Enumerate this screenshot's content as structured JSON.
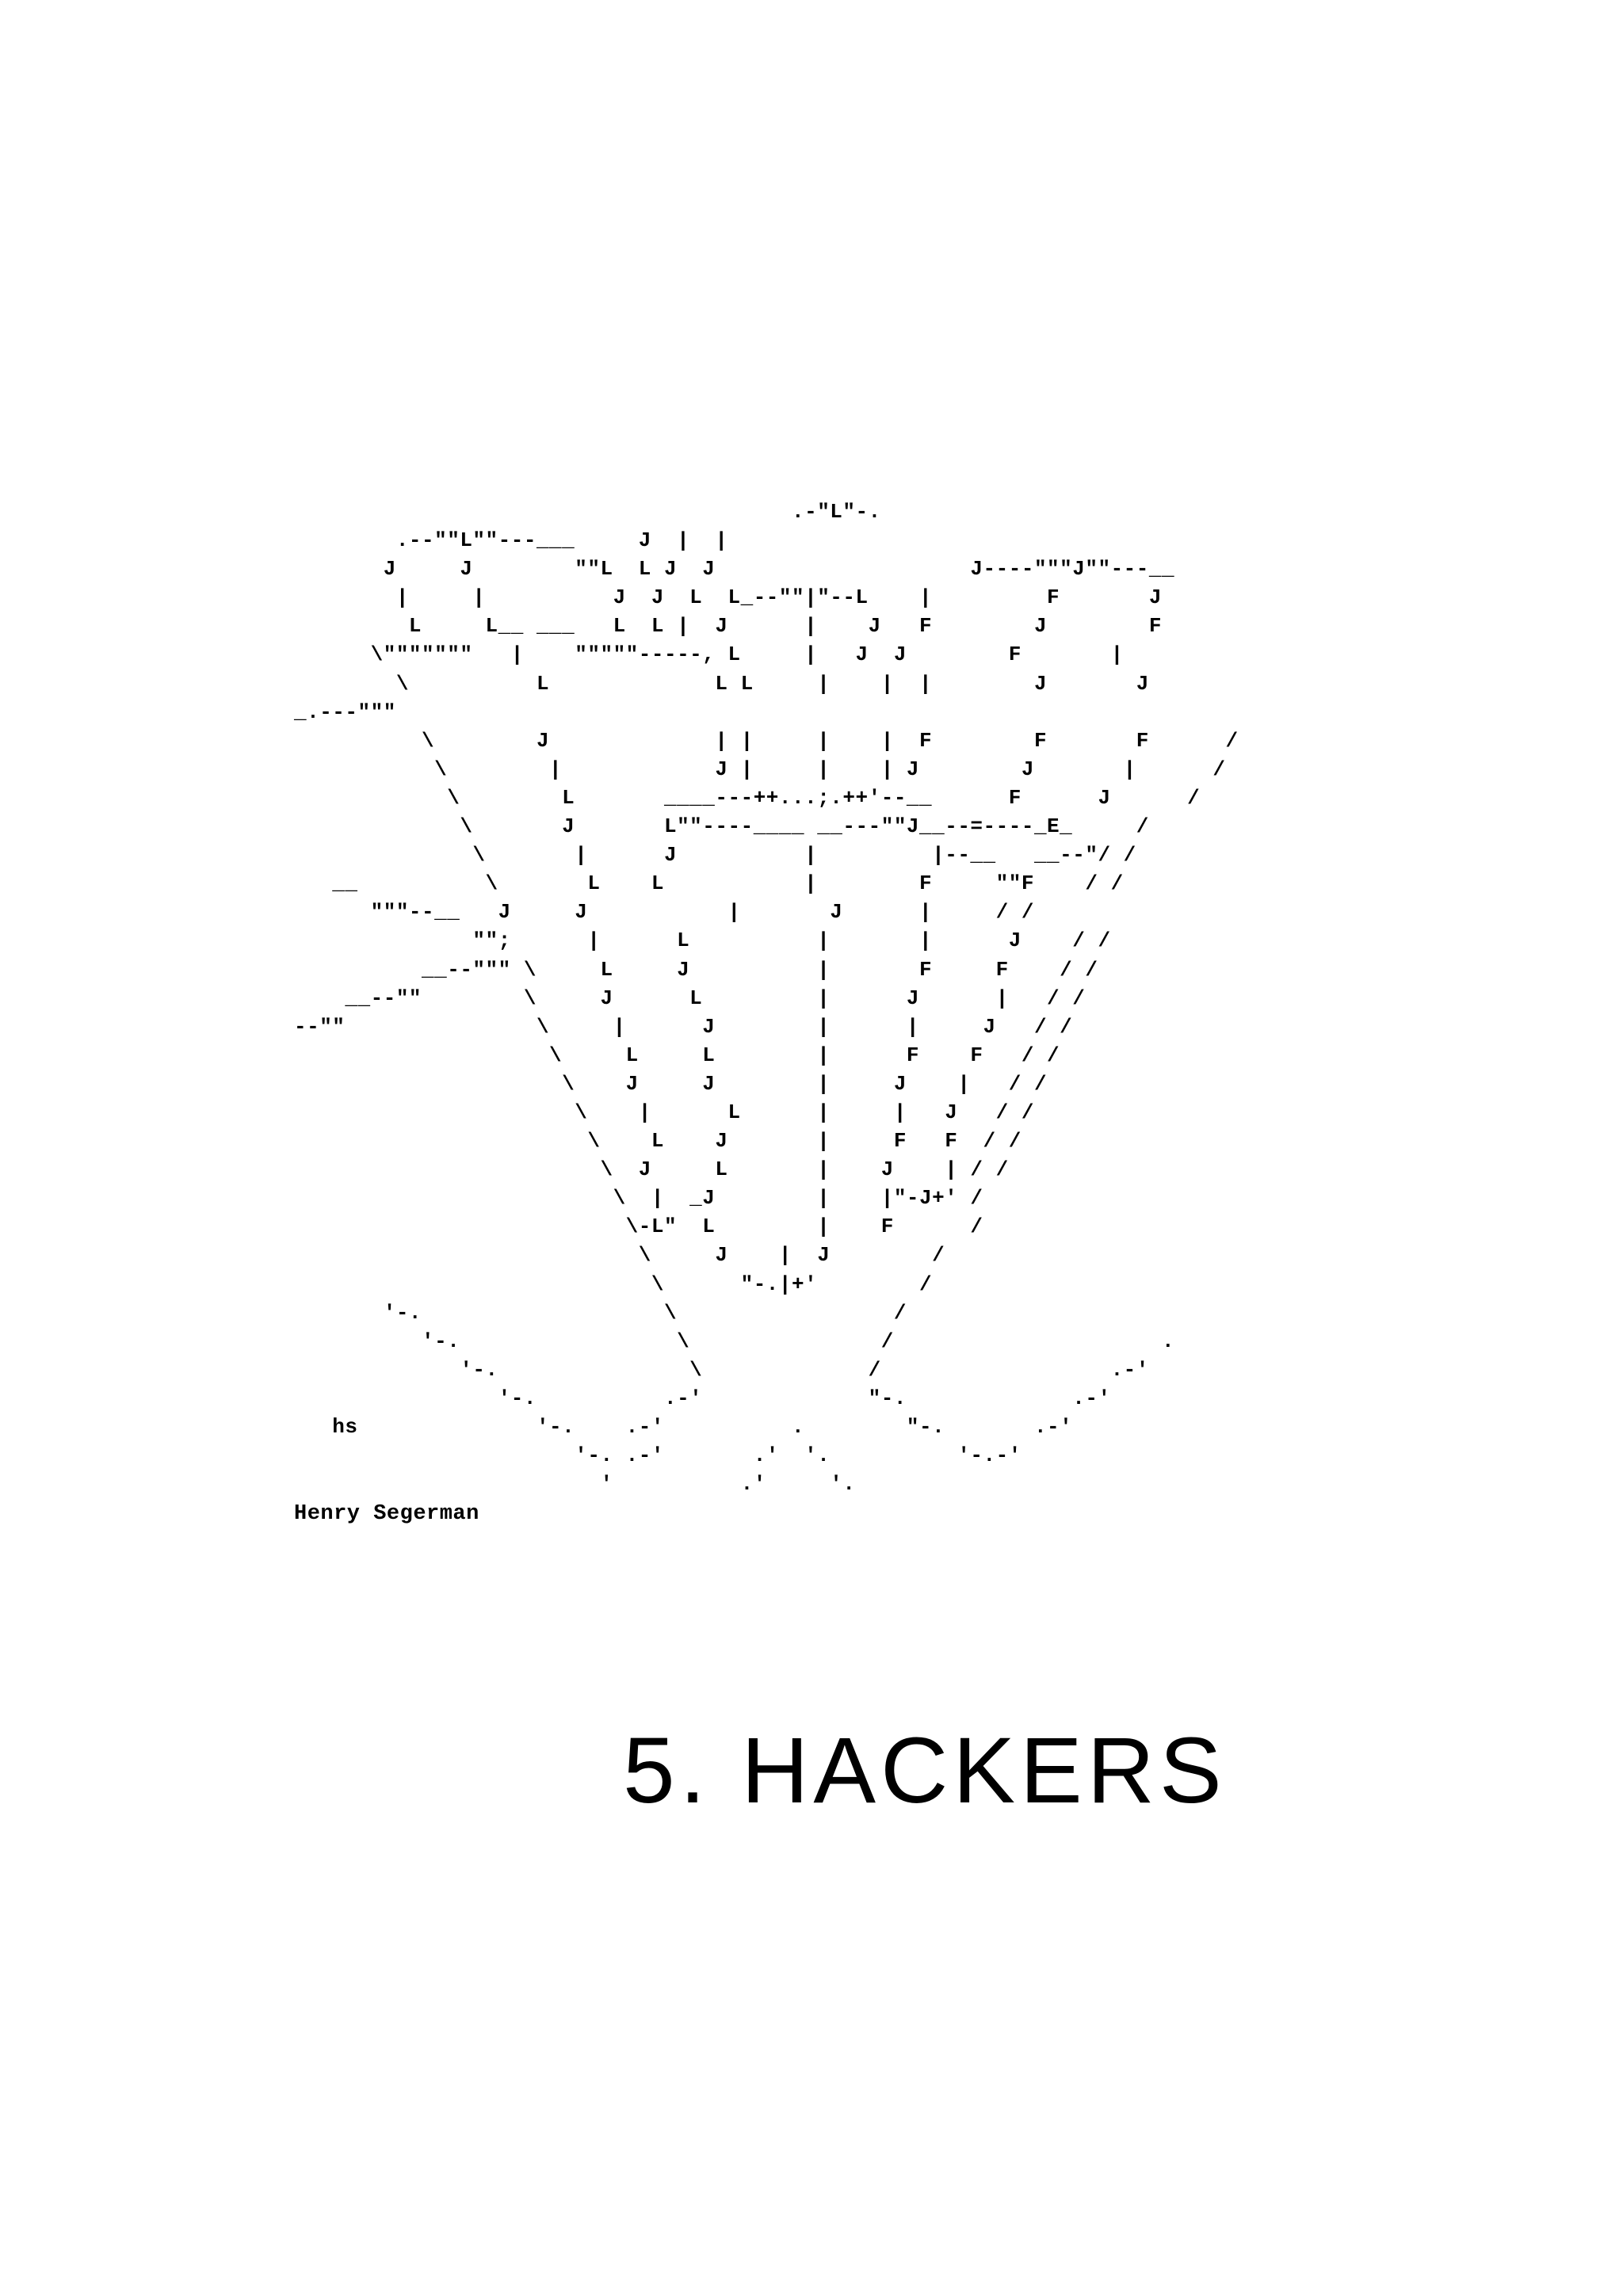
{
  "artwork": {
    "ascii_art": "                                       .-\"L\"-.\n        .--\"\"L\"\"---___     J  |  |\n       J     J        \"\"L  L J  J                    J----\"\"\"J\"\"---__\n        |     |          J  J  L  L_--\"\"|\"--L    |         F       J\n         L     L__ ___   L  L |  J      |    J   F        J        F\n      \\\"\"\"\"\"\"\"   |    \"\"\"\"\"-----, L     |   J  J        F       |\n        \\          L             L L     |    |  |        J       J\n_.---\"\"\"\n          \\        J             | |     |    |  F        F       F      /\n           \\        |            J |     |    | J        J       |      /\n            \\        L       ____---++...;.++'--__      F      J      /\n             \\       J       L\"\"----____ __---\"\"J__--=----_E_     /\n              \\       |      J          |         |--__   __--\"/ /\n   __          \\       L    L           |        F     \"\"F    / /\n      \"\"\"--__   J     J           |       J      |     / /\n              \"\";      |      L          |       |      J    / /\n          __--\"\"\" \\     L     J          |       F     F    / /\n    __--\"\"        \\     J      L         |      J      |   / /\n--\"\"               \\     |      J        |      |     J   / /\n                    \\     L     L        |      F    F   / /\n                     \\    J     J        |     J    |   / /\n                      \\    |      L      |     |   J   / /\n                       \\    L    J       |     F   F  / /\n                        \\  J     L       |    J    | / /\n                         \\  |  _J        |    |\"-J+' /\n                          \\-L\"  L        |    F      /\n                           \\     J    |  J        /\n                            \\      \"-.|+'        /\n       '-.                   \\                 /\n          '-.                 \\               /                     .\n             '-.               \\             /                  .-'\n                '-.          .-'             \"-.             .-'\n   hs              '-.    .-'          .        \"-.       .-'\n                      '-. .-'       .'  '.          '-.-'\n                        '          .'     '.",
    "credit": "Henry Segerman"
  },
  "chapter": {
    "title": "5. HACKERS"
  }
}
